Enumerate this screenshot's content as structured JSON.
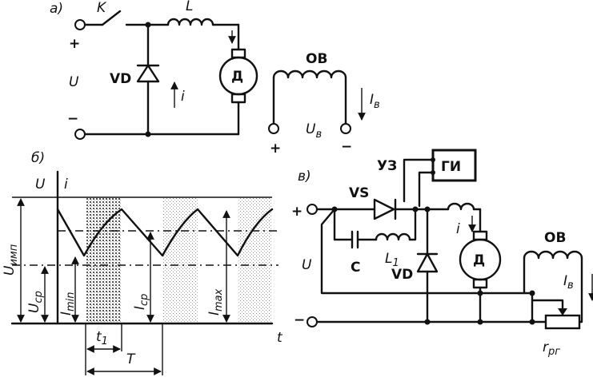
{
  "panel_a": {
    "tag": "а)",
    "switch": "K",
    "inductor": "L",
    "plus": "+",
    "minus": "−",
    "source": "U",
    "diode": "VD",
    "current": "i",
    "motor": "Д",
    "field_winding": "ОВ",
    "field_current": "I",
    "field_current_sub": "в",
    "field_voltage": "U",
    "field_voltage_sub": "в",
    "field_plus": "+",
    "field_minus": "−"
  },
  "panel_b": {
    "tag": "б)",
    "y_label": "U",
    "i_label": "i",
    "u_pulse": "U",
    "u_pulse_sub": "имп",
    "u_avg": "U",
    "u_avg_sub": "ср",
    "i_min": "I",
    "i_min_sub": "min",
    "i_avg": "I",
    "i_avg_sub": "ср",
    "i_max": "I",
    "i_max_sub": "max",
    "t1": "t",
    "t1_sub": "1",
    "period": "T",
    "t_axis": "t"
  },
  "panel_c": {
    "tag": "в)",
    "control": "УЗ",
    "generator": "ГИ",
    "thyristor": "VS",
    "plus": "+",
    "minus": "−",
    "source": "U",
    "capacitor": "C",
    "inductor": "L",
    "inductor_sub": "1",
    "diode": "VD",
    "current": "i",
    "motor": "Д",
    "field_winding": "ОВ",
    "field_current": "I",
    "field_current_sub": "в",
    "rheostat": "r",
    "rheostat_sub": "рг"
  }
}
